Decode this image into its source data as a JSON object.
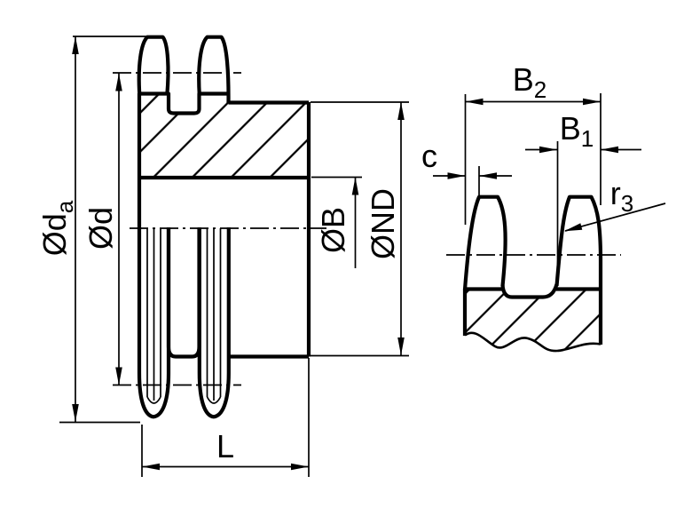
{
  "colors": {
    "ink": "#000000",
    "background": "#ffffff"
  },
  "labels": {
    "da_main": "Ød",
    "da_sub": "a",
    "d": "Ød",
    "bore": "ØB",
    "nd": "ØND",
    "length": "L",
    "b2_main": "B",
    "b2_sub": "2",
    "b1_main": "B",
    "b1_sub": "1",
    "c": "c",
    "r3_main": "r",
    "r3_sub": "3"
  }
}
